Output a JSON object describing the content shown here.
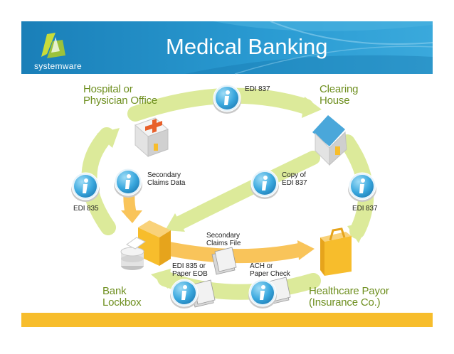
{
  "header": {
    "title": "Medical Banking",
    "brand_name": "systemware",
    "colors": {
      "banner": "#1e8cc3",
      "banner_light": "#5ab8e2",
      "footer": "#f7bd2c",
      "flow_green": "#dcea9a",
      "flow_orange": "#f9c45a",
      "node_text": "#6e8f1f"
    }
  },
  "nodes": {
    "hospital": "Hospital or\nPhysician Office",
    "clearing": "Clearing\nHouse",
    "bank": "Bank\nLockbox",
    "payor": "Healthcare Payor\n(Insurance Co.)"
  },
  "labels": {
    "edi837_top": "EDI 837",
    "secondary_claims_data": "Secondary\nClaims Data",
    "copy_edi837": "Copy of\nEDI 837",
    "edi835_left": "EDI 835",
    "edi837_right": "EDI 837",
    "secondary_claims_file": "Secondary\nClaims File",
    "edi835_eob": "EDI 835 or\nPaper EOB",
    "ach_check": "ACH or\nPaper Check"
  },
  "icons": [
    "info-icon",
    "hospital-icon",
    "house-icon",
    "bank-lockbox-icon",
    "briefcase-icon",
    "document-icon",
    "systemware-logo"
  ]
}
